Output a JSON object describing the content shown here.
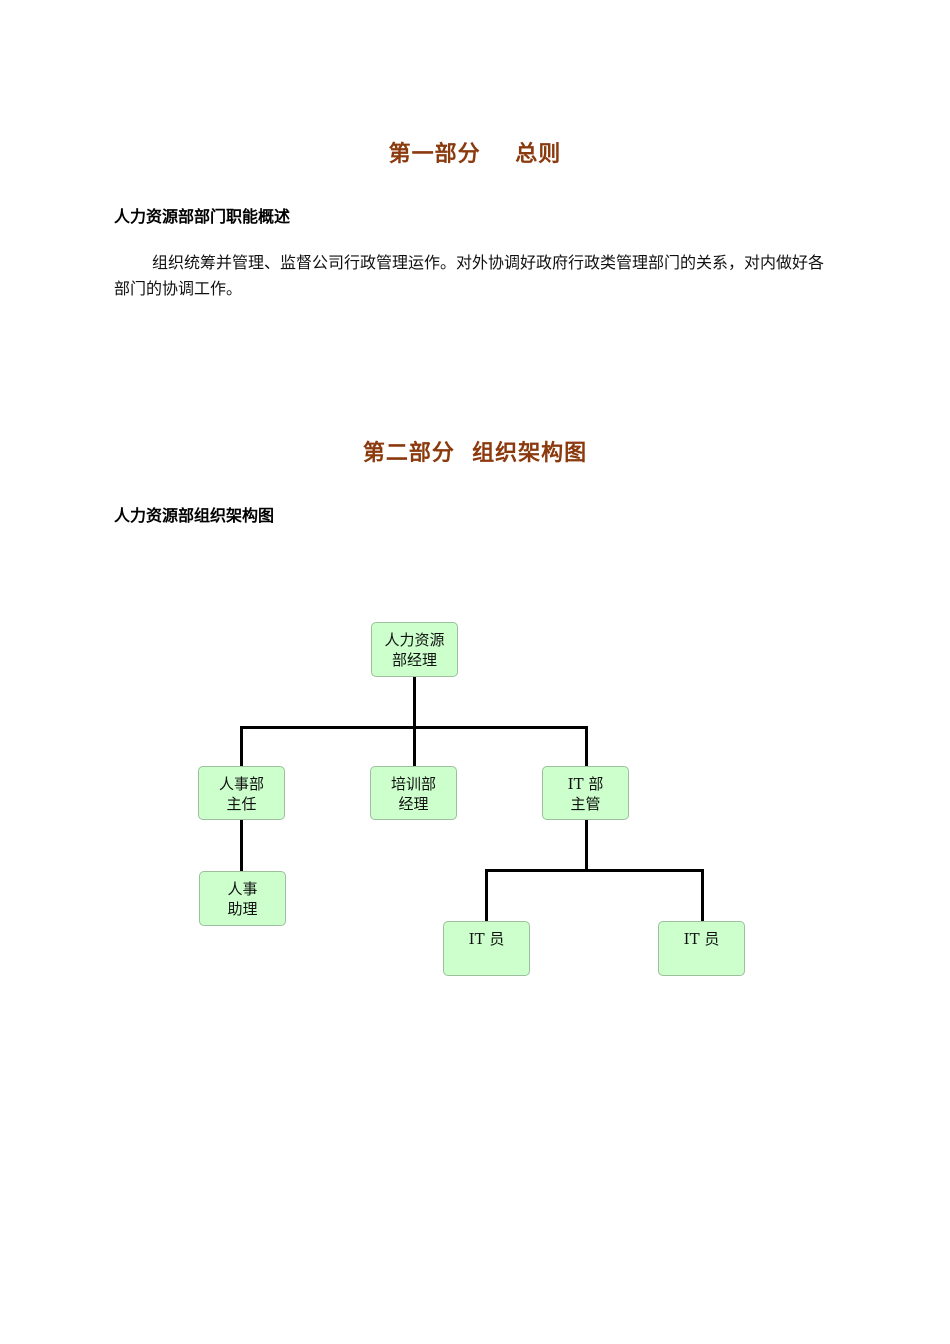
{
  "part1": {
    "title": "第一部分    总则",
    "subtitle": "人力资源部部门职能概述",
    "paragraph": "组织统筹并管理、监督公司行政管理运作。对外协调好政府行政类管理部门的关系，对内做好各部门的协调工作。"
  },
  "part2": {
    "title": "第二部分  组织架构图",
    "subtitle": "人力资源部组织架构图"
  },
  "org_chart": {
    "root": {
      "line1": "人力资源",
      "line2": "部经理"
    },
    "hr_supervisor": {
      "line1": "人事部",
      "line2": "主任"
    },
    "training_manager": {
      "line1": "培训部",
      "line2": "经理"
    },
    "it_supervisor": {
      "line1": "IT 部",
      "line2": "主管"
    },
    "hr_assistant": {
      "line1": "人事",
      "line2": "助理"
    },
    "it_staff_1": {
      "line1": "IT 员"
    },
    "it_staff_2": {
      "line1": "IT 员"
    }
  }
}
